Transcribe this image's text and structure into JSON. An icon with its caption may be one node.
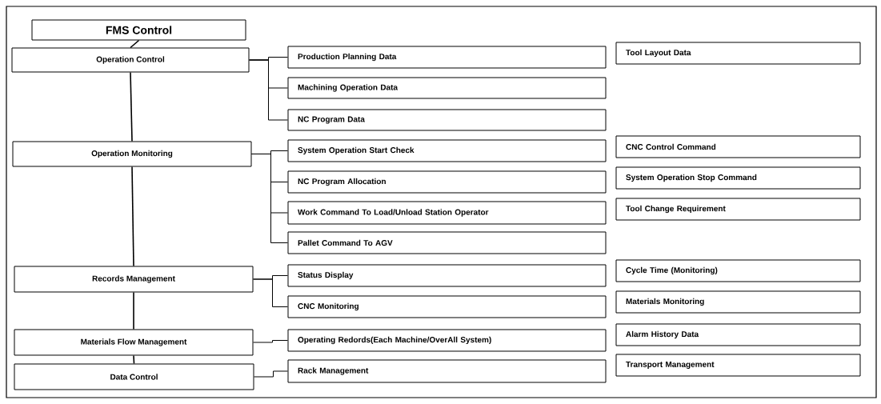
{
  "diagram": {
    "nodes": [
      {
        "text": [
          "FMS Control"
        ]
      },
      {
        "text": [
          "Operation Control"
        ]
      },
      {
        "text": [
          "Operation Monitoring"
        ]
      },
      {
        "text": [
          "Records Management"
        ]
      },
      {
        "text": [
          "Materials Flow Management"
        ]
      },
      {
        "text": [
          "Data Control"
        ]
      },
      {
        "text": [
          "Production Planning Data"
        ]
      },
      {
        "text": [
          "Machining Operation Data"
        ]
      },
      {
        "text": [
          "NC Program Data"
        ]
      },
      {
        "text": [
          "System Operation Start Check"
        ]
      },
      {
        "text": [
          "NC Program Allocation"
        ]
      },
      {
        "text": [
          "Work Command To Load/Unload Station Operator"
        ]
      },
      {
        "text": [
          "Pallet Command To AGV"
        ]
      },
      {
        "text": [
          "Status Display"
        ]
      },
      {
        "text": [
          "CNC Monitoring"
        ]
      },
      {
        "text": [
          "Operating Redords(Each Machine/OverAll System)"
        ]
      },
      {
        "text": [
          "Rack Management"
        ]
      },
      {
        "text": [
          "Tool Layout Data"
        ]
      },
      {
        "text": [
          "CNC Control Command"
        ]
      },
      {
        "text": [
          "System Operation Stop Command"
        ]
      },
      {
        "text": [
          "Tool Change Requirement"
        ]
      },
      {
        "text": [
          "Cycle Time (Monitoring)"
        ]
      },
      {
        "text": [
          "Materials Monitoring"
        ]
      },
      {
        "text": [
          "Alarm History Data"
        ]
      },
      {
        "text": [
          "Transport Management"
        ]
      }
    ],
    "edges": [
      {
        "from": 0,
        "to": 1,
        "arrow": "none"
      },
      {
        "from": 1,
        "to": 2,
        "arrow": "none"
      },
      {
        "from": 2,
        "to": 3,
        "arrow": "none"
      },
      {
        "from": 3,
        "to": 4,
        "arrow": "none"
      },
      {
        "from": 4,
        "to": 5,
        "arrow": "none"
      },
      {
        "from": 1,
        "to": 6,
        "arrow": "none"
      },
      {
        "from": 1,
        "to": 7,
        "arrow": "none"
      },
      {
        "from": 1,
        "to": 8,
        "arrow": "none"
      },
      {
        "from": 2,
        "to": 9,
        "arrow": "none"
      },
      {
        "from": 2,
        "to": 10,
        "arrow": "none"
      },
      {
        "from": 2,
        "to": 11,
        "arrow": "none"
      },
      {
        "from": 2,
        "to": 12,
        "arrow": "none"
      },
      {
        "from": 3,
        "to": 13,
        "arrow": "none"
      },
      {
        "from": 3,
        "to": 14,
        "arrow": "none"
      },
      {
        "from": 4,
        "to": 15,
        "arrow": "none"
      },
      {
        "from": 5,
        "to": 16,
        "arrow": "none"
      }
    ]
  }
}
